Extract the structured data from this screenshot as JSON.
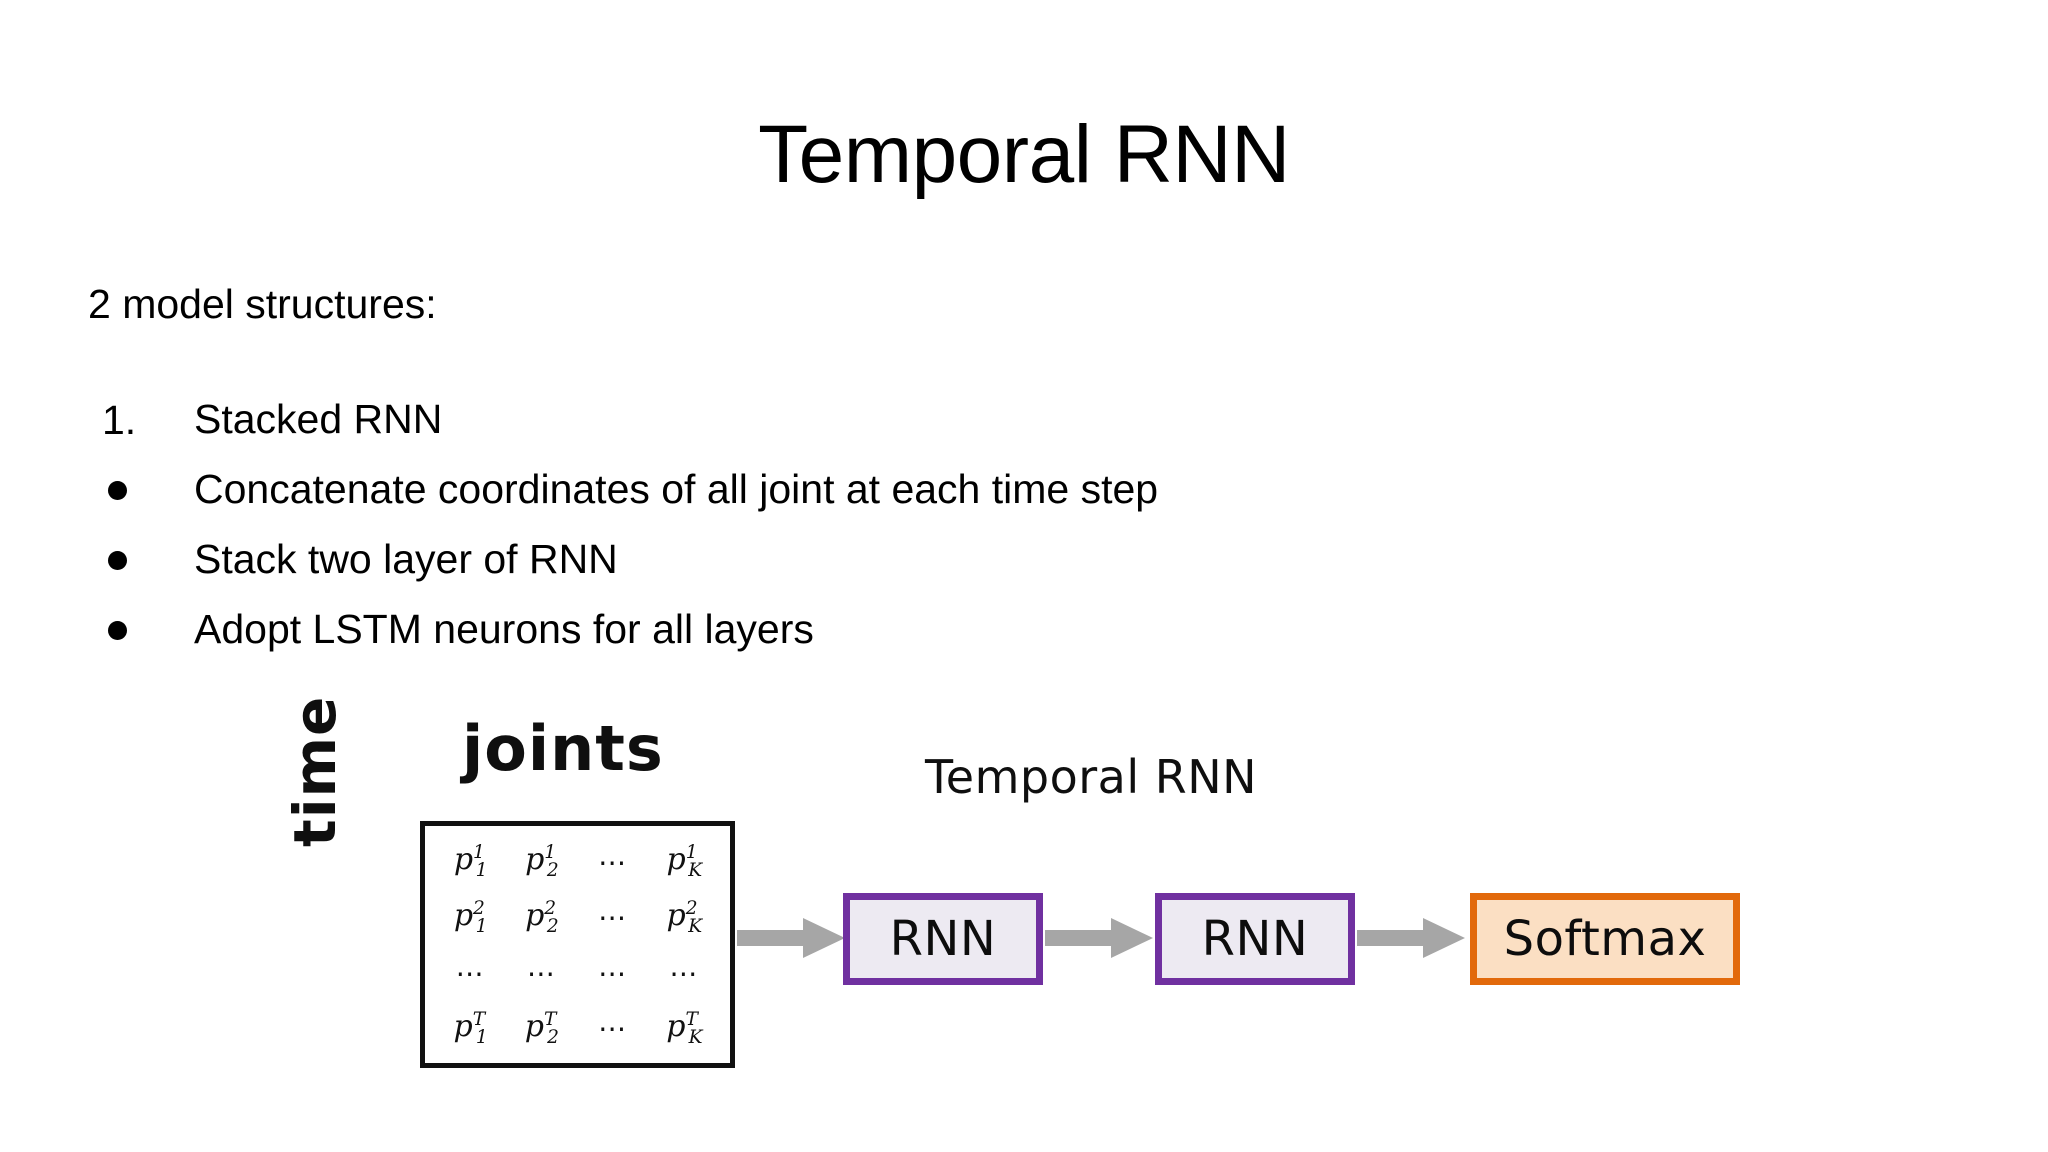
{
  "slide": {
    "title": "Temporal RNN",
    "intro": "2 model structures:",
    "bullets": [
      {
        "marker": "1.",
        "marker_kind": "number",
        "text": "Stacked RNN"
      },
      {
        "marker": "●",
        "marker_kind": "dot",
        "text": "Concatenate coordinates of all joint at each time step"
      },
      {
        "marker": "●",
        "marker_kind": "dot",
        "text": "Stack two layer of RNN"
      },
      {
        "marker": "●",
        "marker_kind": "dot",
        "text": "Adopt LSTM neurons for all layers"
      }
    ]
  },
  "diagram": {
    "axis_label_columns": "joints",
    "axis_label_rows": "time",
    "pipeline_label": "Temporal RNN",
    "matrix": {
      "rows": [
        [
          {
            "base": "p",
            "sup": "1",
            "sub": "1"
          },
          {
            "base": "p",
            "sup": "1",
            "sub": "2"
          },
          {
            "base": "⋯"
          },
          {
            "base": "p",
            "sup": "1",
            "sub": "K"
          }
        ],
        [
          {
            "base": "p",
            "sup": "2",
            "sub": "1"
          },
          {
            "base": "p",
            "sup": "2",
            "sub": "2"
          },
          {
            "base": "⋯"
          },
          {
            "base": "p",
            "sup": "2",
            "sub": "K"
          }
        ],
        [
          {
            "base": "⋯"
          },
          {
            "base": "⋯"
          },
          {
            "base": "⋯"
          },
          {
            "base": "⋯"
          }
        ],
        [
          {
            "base": "p",
            "sup": "T",
            "sub": "1"
          },
          {
            "base": "p",
            "sup": "T",
            "sub": "2"
          },
          {
            "base": "⋯"
          },
          {
            "base": "p",
            "sup": "T",
            "sub": "K"
          }
        ]
      ]
    },
    "nodes": [
      {
        "label": "RNN",
        "kind": "rnn"
      },
      {
        "label": "RNN",
        "kind": "rnn"
      },
      {
        "label": "Softmax",
        "kind": "softmax"
      }
    ]
  },
  "colors": {
    "rnn_border": "#7030A0",
    "rnn_fill": "#EDEAF2",
    "softmax_border": "#E2690B",
    "softmax_fill": "#FBDFC3",
    "arrow": "#A6A6A6",
    "matrix_border": "#111111",
    "background": "#FFFFFF",
    "text": "#000000"
  }
}
